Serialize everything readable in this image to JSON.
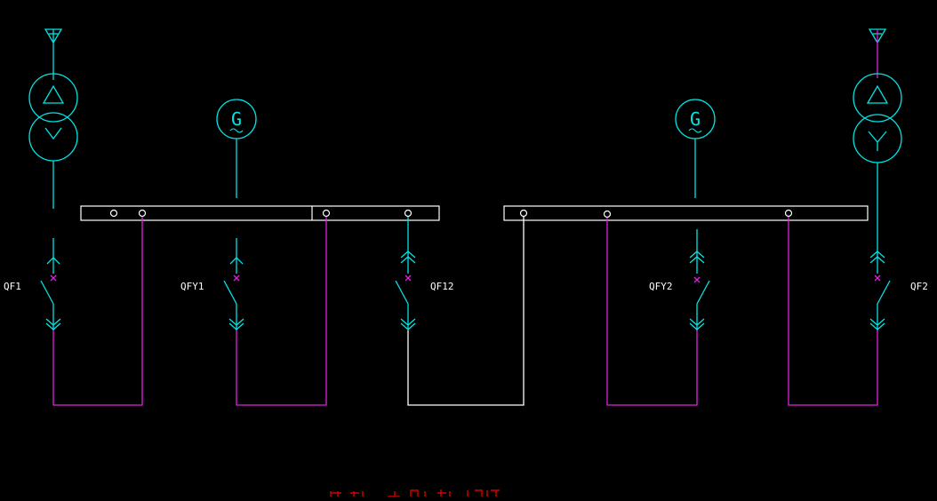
{
  "colors": {
    "background": "#000000",
    "cyan": "#00e5e5",
    "magenta": "#e020e0",
    "white": "#ffffff",
    "red": "#d80000"
  },
  "generators": [
    {
      "id": "G1",
      "symbol": "G"
    },
    {
      "id": "G2",
      "symbol": "G"
    }
  ],
  "transformers": [
    {
      "id": "T1",
      "icon": "triangle-over-wye-transformer-icon"
    },
    {
      "id": "T2",
      "icon": "triangle-over-wye-transformer-icon"
    }
  ],
  "breakers": [
    {
      "id": "qf1",
      "label": "QF1"
    },
    {
      "id": "qfy1",
      "label": "QFY1"
    },
    {
      "id": "qf12",
      "label": "QF12"
    },
    {
      "id": "qfy2",
      "label": "QFY2"
    },
    {
      "id": "qf2",
      "label": "QF2"
    }
  ],
  "busbars": [
    {
      "id": "bus-left"
    },
    {
      "id": "bus-right"
    }
  ]
}
